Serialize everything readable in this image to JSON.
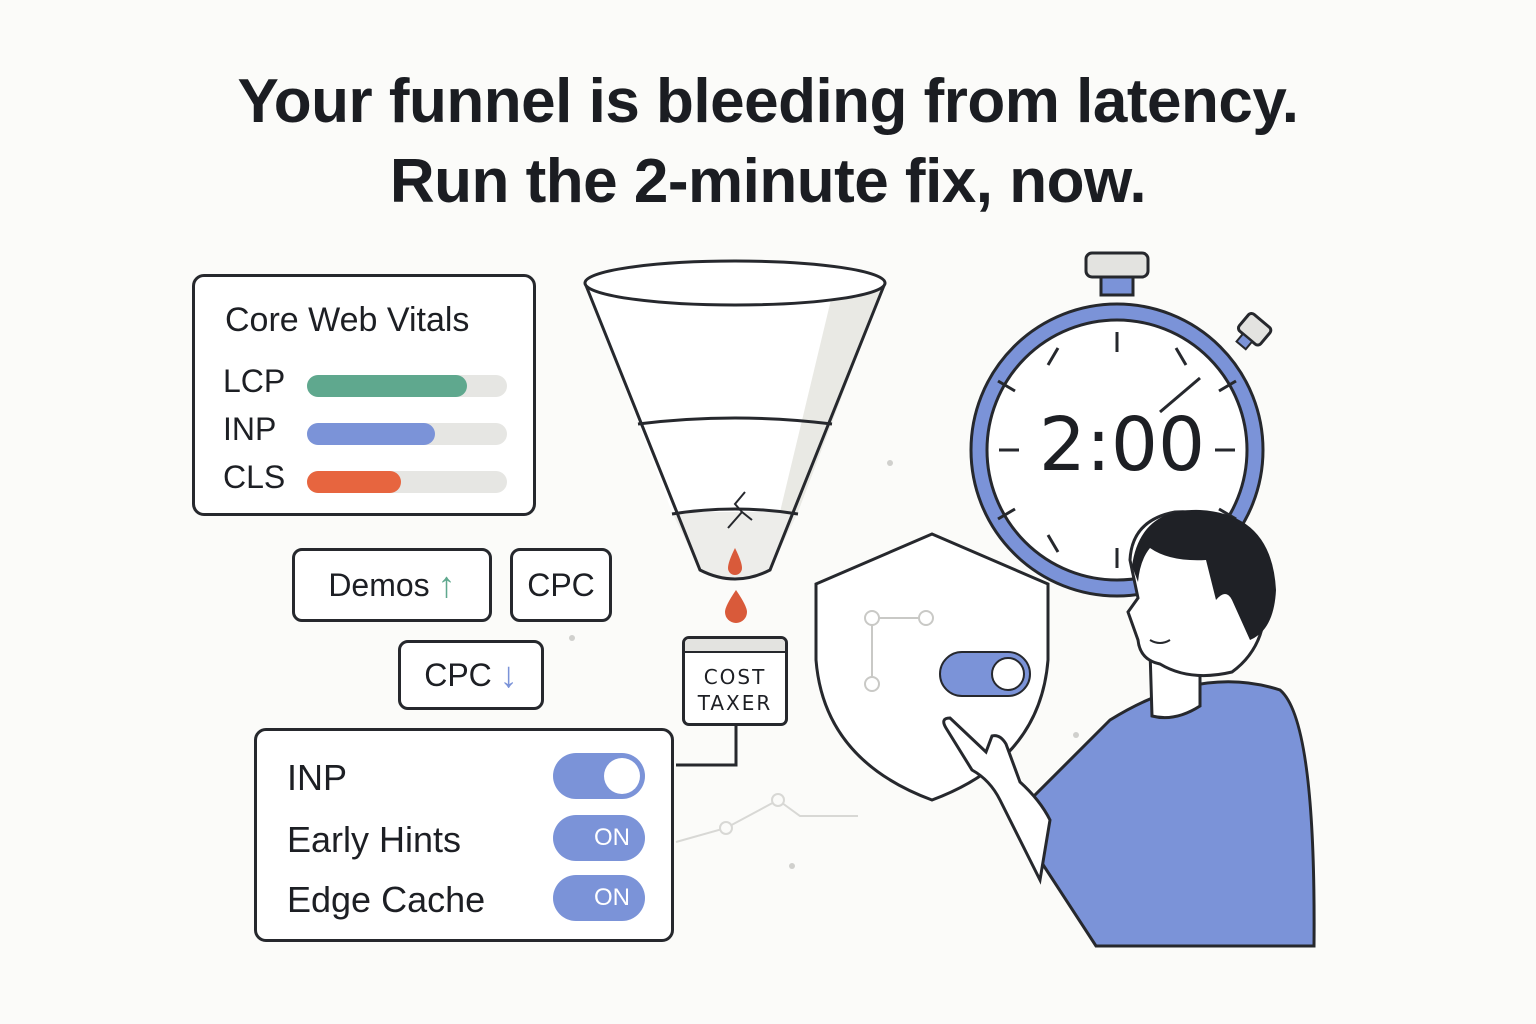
{
  "headline": {
    "line1": "Your funnel is bleeding from latency.",
    "line2": "Run the 2-minute fix, now."
  },
  "vitals_card": {
    "title": "Core Web Vitals",
    "metrics": [
      {
        "label": "LCP",
        "level": 0.8,
        "color": "#5fa88e"
      },
      {
        "label": "INP",
        "level": 0.64,
        "color": "#7b93d8"
      },
      {
        "label": "CLS",
        "level": 0.47,
        "color": "#e7653f"
      }
    ]
  },
  "chips": {
    "demos": {
      "label": "Demos",
      "arrow": "↑",
      "arrow_color": "#5fa88e"
    },
    "cpc_plain": {
      "label": "CPC"
    },
    "cpc_down": {
      "label": "CPC",
      "arrow": "↓",
      "arrow_color": "#7b93d8"
    }
  },
  "cost_box": {
    "line1": "COST",
    "line2": "TAXER"
  },
  "timer": {
    "display": "2:00"
  },
  "toggles_card": {
    "rows": [
      {
        "label": "INP",
        "state": ""
      },
      {
        "label": "Early Hints",
        "state": "ON"
      },
      {
        "label": "Edge Cache",
        "state": "ON"
      }
    ]
  },
  "colors": {
    "accent_blue": "#7b93d8",
    "leak_red": "#d95a3a",
    "green": "#5fa88e",
    "ink": "#26282d"
  },
  "icons": [
    "funnel-icon",
    "drop-icon",
    "stopwatch-icon",
    "shield-icon",
    "person-illustration",
    "crack-icon"
  ]
}
